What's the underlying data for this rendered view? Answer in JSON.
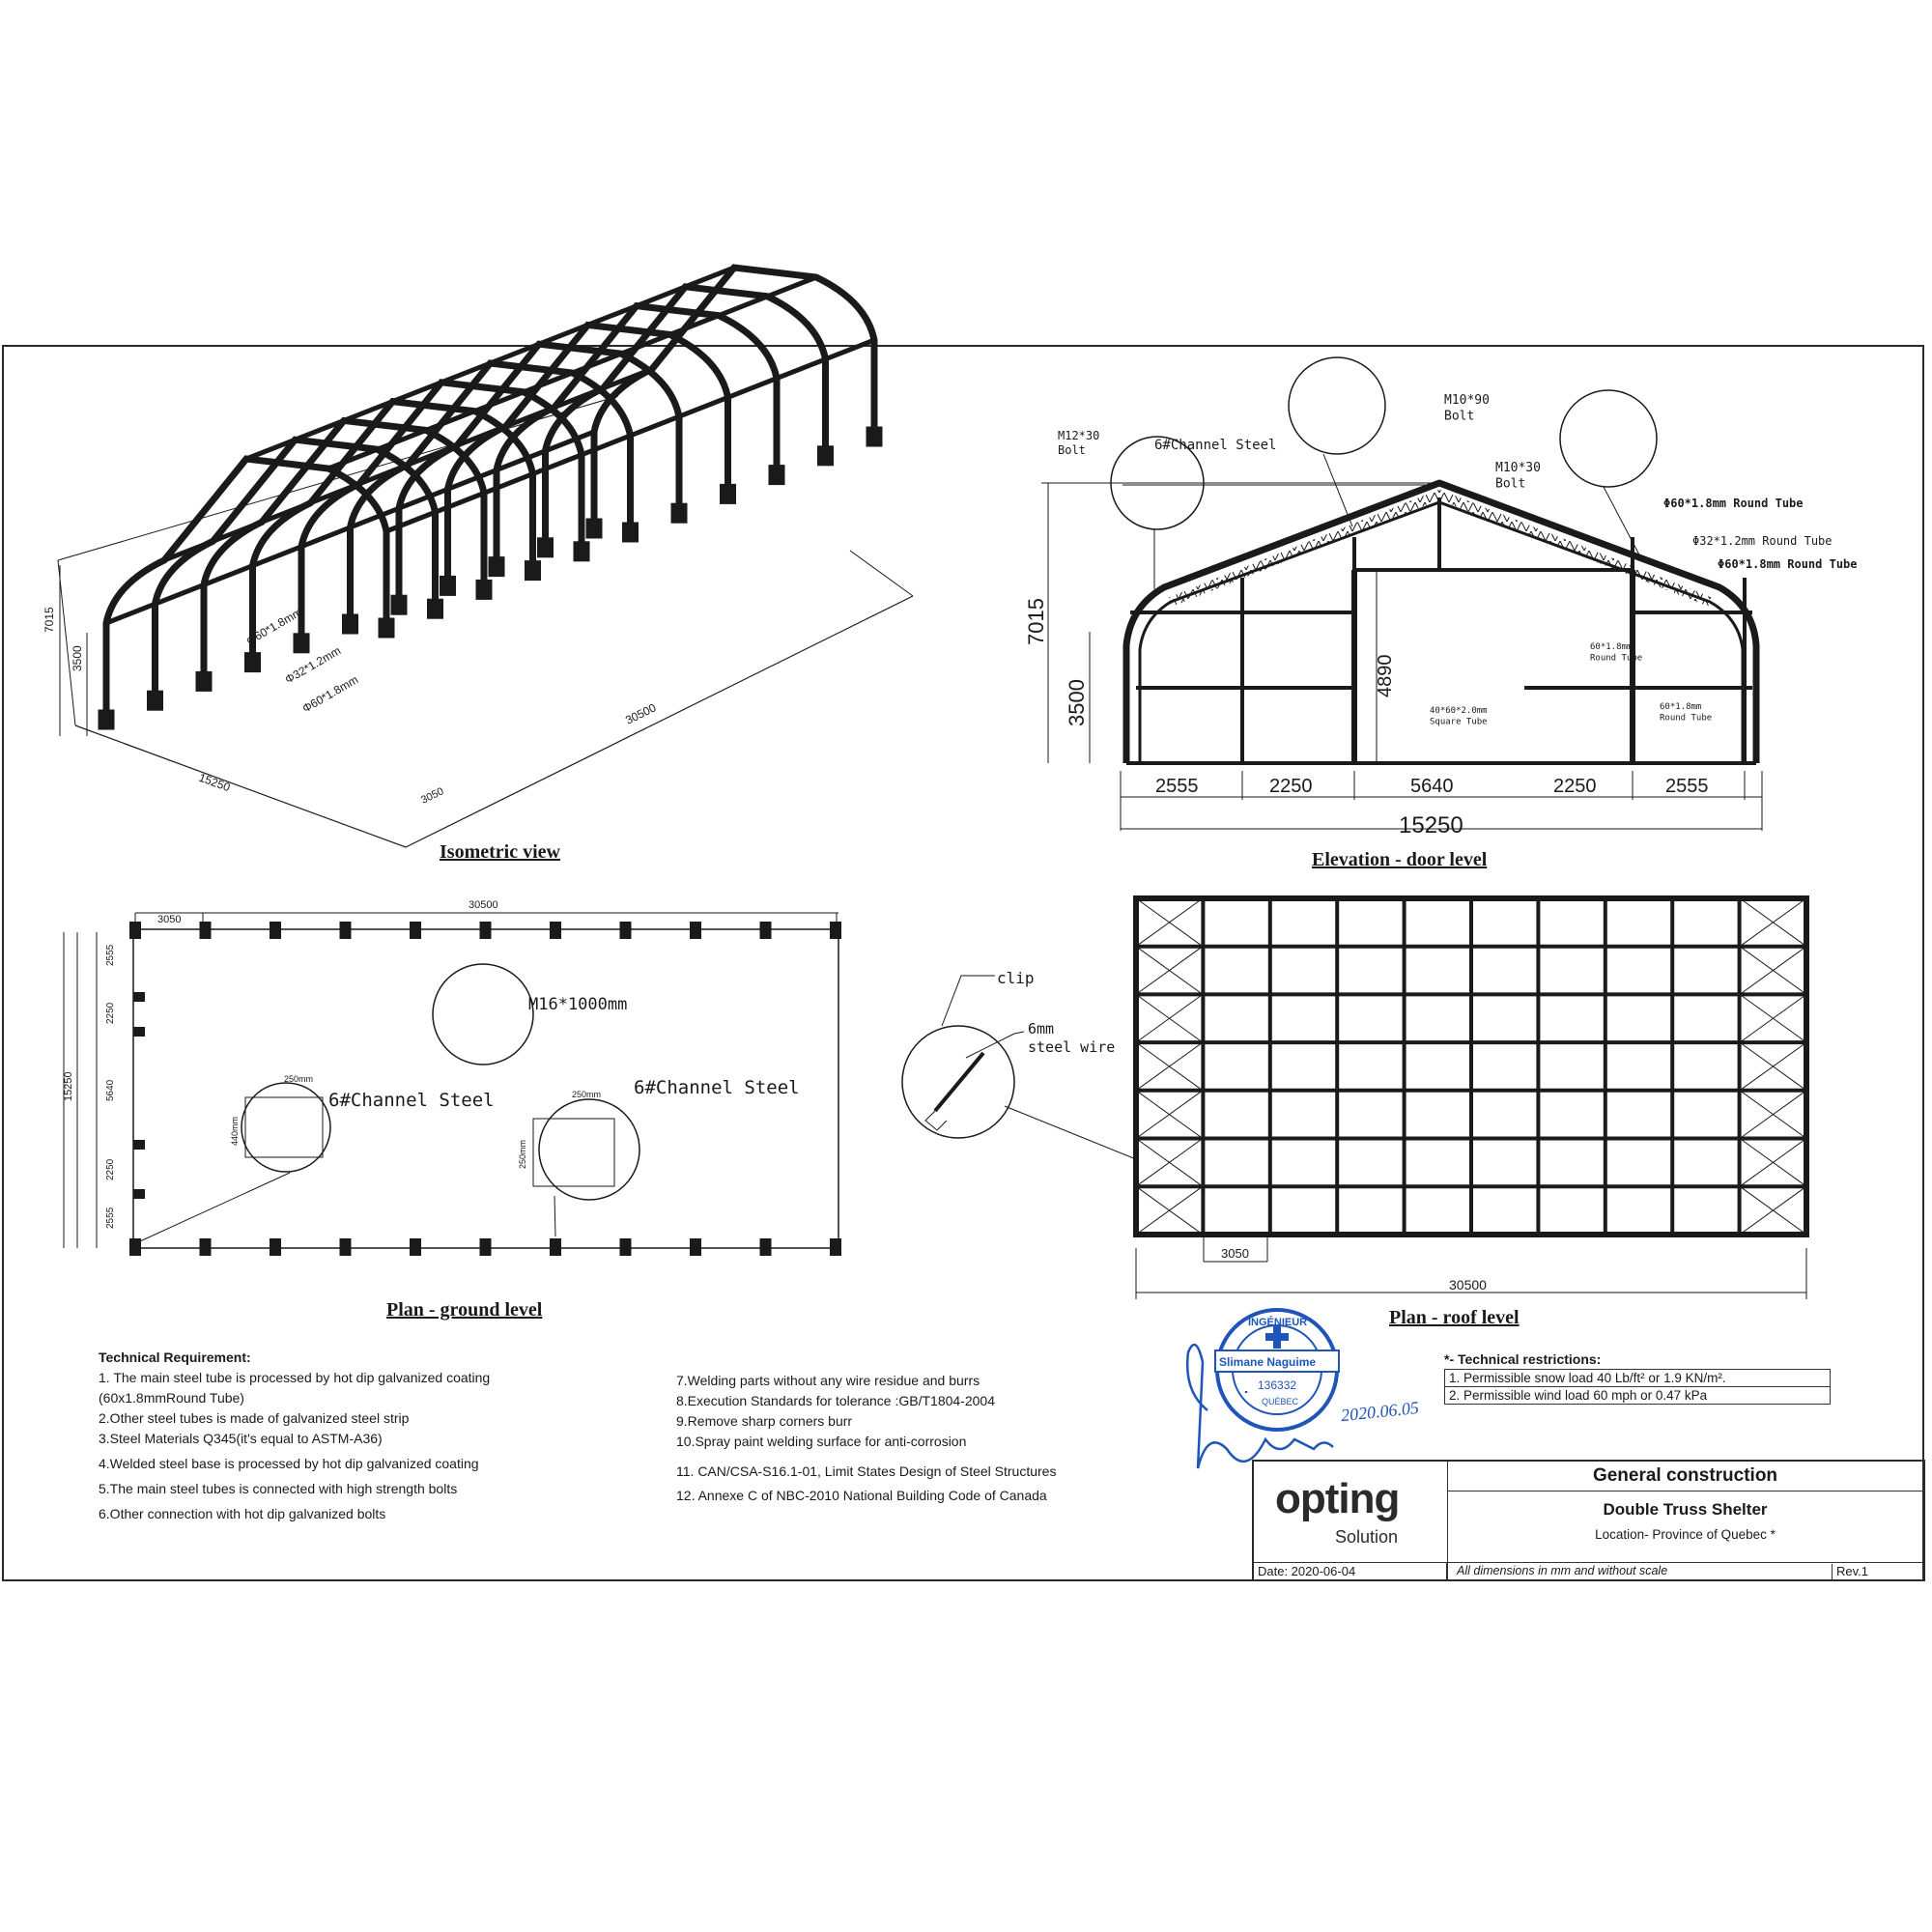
{
  "views": {
    "isometric": {
      "title": "Isometric view",
      "dims": {
        "height": "7015",
        "wall": "3500",
        "length": "30500",
        "width": "15250",
        "bay": "3050"
      },
      "callout": [
        "Φ60*1.8mm",
        "Φ32*1.2mm",
        "Φ60*1.8mm"
      ]
    },
    "elevation": {
      "title": "Elevation - door level",
      "height_total": "7015",
      "height_wall": "3500",
      "height_door": "4890",
      "spans": [
        "2555",
        "2250",
        "5640",
        "2250",
        "2555"
      ],
      "width_total": "15250",
      "labels": {
        "bolt_m12": "M12*30\nBolt",
        "channel": "6#Channel Steel",
        "bolt_m10_90": "M10*90\nBolt",
        "bolt_m10_30": "M10*30\nBolt",
        "tube1": "Φ60*1.8mm Round Tube",
        "tube2": "Φ32*1.2mm Round Tube",
        "tube3": "Φ60*1.8mm Round Tube",
        "tube_inner": "60*1.8mm\nRound Tube",
        "square_tube": "40*60*2.0mm\nSquare Tube",
        "tube_inner2": "60*1.8mm\nRound Tube"
      }
    },
    "plan_ground": {
      "title": "Plan - ground level",
      "length": "30500",
      "bay": "3050",
      "width": "15250",
      "side_dims": [
        "2555",
        "2250",
        "5640",
        "2250",
        "2555"
      ],
      "anchor": "M16*1000mm",
      "channel_left": "6#Channel Steel",
      "channel_right": "6#Channel Steel",
      "plate_w": "250mm",
      "plate_h": "440mm",
      "plate_w2": "250mm",
      "plate_h2": "250mm"
    },
    "plan_roof": {
      "title": "Plan - roof level",
      "bay": "3050",
      "length": "30500",
      "clip": "clip",
      "wire": "6mm\nsteel wire"
    }
  },
  "technical": {
    "heading": "Technical Requirement:",
    "left": [
      "1. The main steel tube is processed by hot dip galvanized coating",
      "(60x1.8mmRound Tube)",
      "2.Other steel tubes is made of galvanized steel strip",
      "3.Steel Materials Q345(it's equal to ASTM-A36)",
      "4.Welded steel base is processed by hot dip galvanized coating",
      "5.The main steel tubes is connected with high strength bolts",
      "6.Other connection with hot dip galvanized bolts"
    ],
    "right": [
      "7.Welding parts without any wire residue and burrs",
      "8.Execution Standards for tolerance :GB/T1804-2004",
      "9.Remove sharp corners burr",
      "10.Spray paint welding surface for anti-corrosion",
      "11. CAN/CSA-S16.1-01, Limit States Design of Steel Structures",
      "12. Annexe C of NBC-2010 National Building Code of Canada"
    ]
  },
  "restrictions": {
    "heading": "*- Technical restrictions:",
    "items": [
      "1. Permissible snow load 40 Lb/ft² or 1.9 KN/m².",
      "2. Permissible wind load 60 mph or 0.47 kPa"
    ]
  },
  "stamp": {
    "top": "INGÉNIEUR",
    "name": "Slimane Naguime",
    "number": "136332",
    "bottom": "QUÉBEC",
    "signature_date": "2020.06.05"
  },
  "title_block": {
    "brand": "opting",
    "brand_sub": "Solution",
    "title": "General construction",
    "project": "Double Truss Shelter",
    "location": "Location- Province of Quebec *",
    "date": "Date: 2020-06-04",
    "note": "All dimensions in mm and without scale",
    "rev": "Rev.1"
  },
  "colors": {
    "ink": "#1a1a1a",
    "stamp_blue": "#1f55b8"
  }
}
